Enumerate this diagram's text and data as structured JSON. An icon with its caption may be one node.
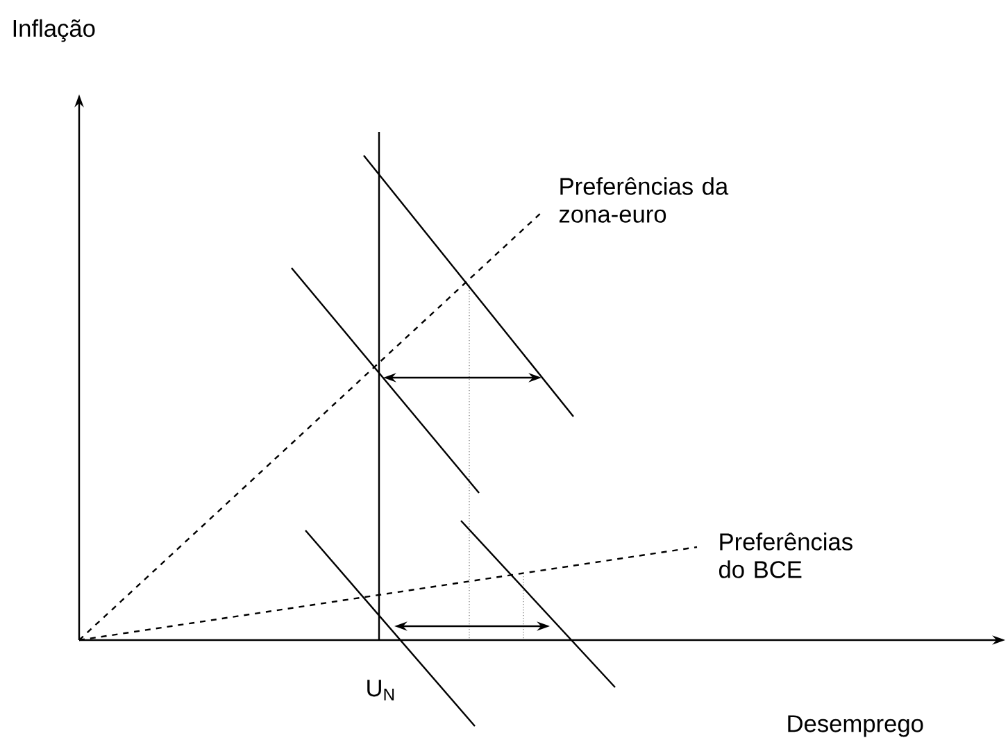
{
  "diagram": {
    "labels": [
      "Inflação",
      "Preferências da zona-euro",
      "Preferências do BCE",
      "U$_{N}$",
      "Desemprego"
    ]
  }
}
